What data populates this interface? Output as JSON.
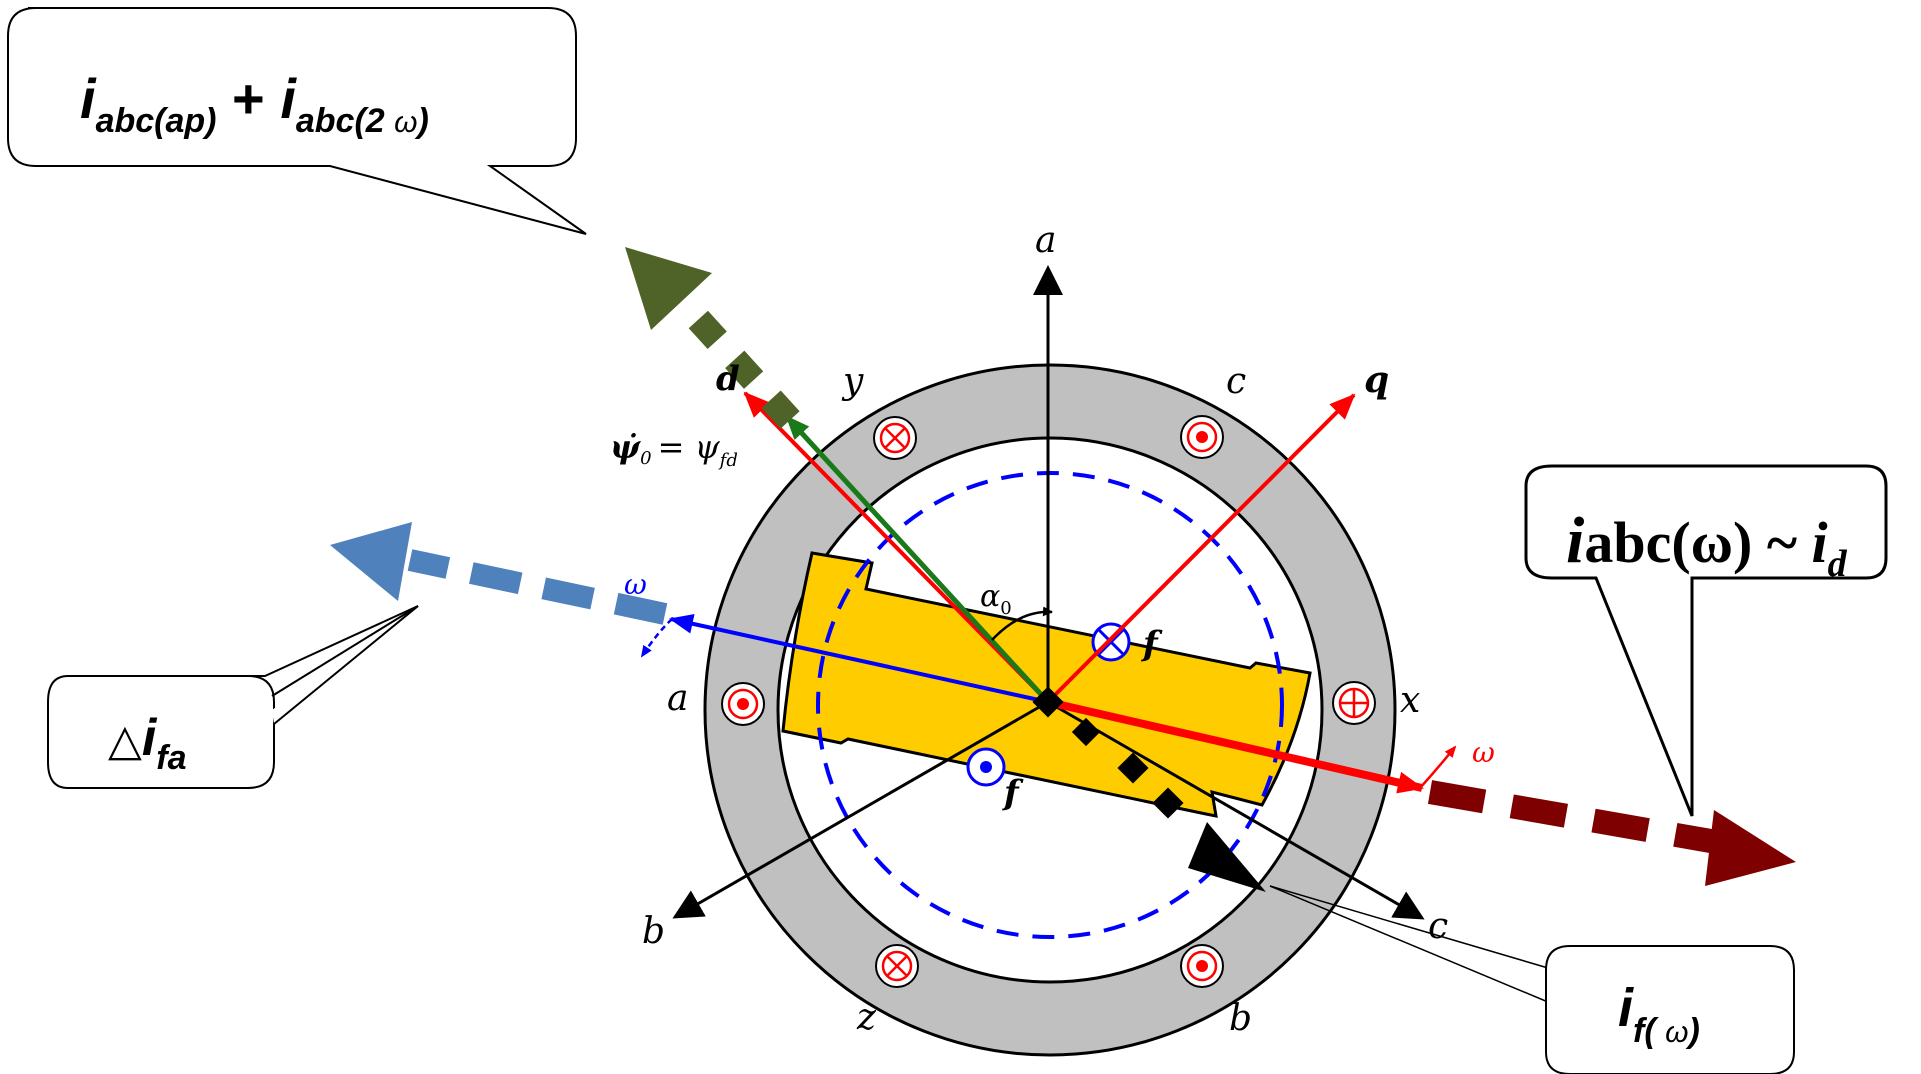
{
  "colors": {
    "stator": "#c0c0c0",
    "rotor": "#ffcc00",
    "blue": "#0000ff",
    "red": "#ff0000",
    "green": "#1a7a1a",
    "olive": "#4f6228",
    "steelblue": "#4f81bd",
    "darkred": "#7f0000",
    "black": "#000000"
  },
  "axes": {
    "a_top": "a",
    "c_top": "c",
    "y_top": "y",
    "a_left": "a",
    "x_right": "x",
    "b_bottom_left": "b",
    "c_bottom_right": "c",
    "z_bottom": "z",
    "b_bottom": "b",
    "d_axis": "d",
    "q_axis": "q"
  },
  "labels": {
    "psi_main": "ψ̇",
    "psi_sub0": "0",
    "psi_eq": "= ψ",
    "psi_subfd": "fd",
    "alpha_main": "α",
    "alpha_sub": "0",
    "omega_blue": "ω",
    "omega_red": "ω",
    "f_top": "f",
    "f_bottom": "f"
  },
  "callouts": {
    "top_left": {
      "i1": "i",
      "s1": "abc(ap)",
      "plus": " + ",
      "i2": "i",
      "s2": "abc(2 ",
      "omega": "ω",
      "close": ")"
    },
    "left": {
      "tri": "△",
      "i": "i",
      "sub": "fa"
    },
    "right": {
      "i": "i",
      "rest": "abc(ω) ~ ",
      "i2": "i",
      "sub": "d"
    },
    "bottom_right": {
      "i": "i",
      "sub": "f( ",
      "omega": "ω",
      "close": ")"
    }
  }
}
